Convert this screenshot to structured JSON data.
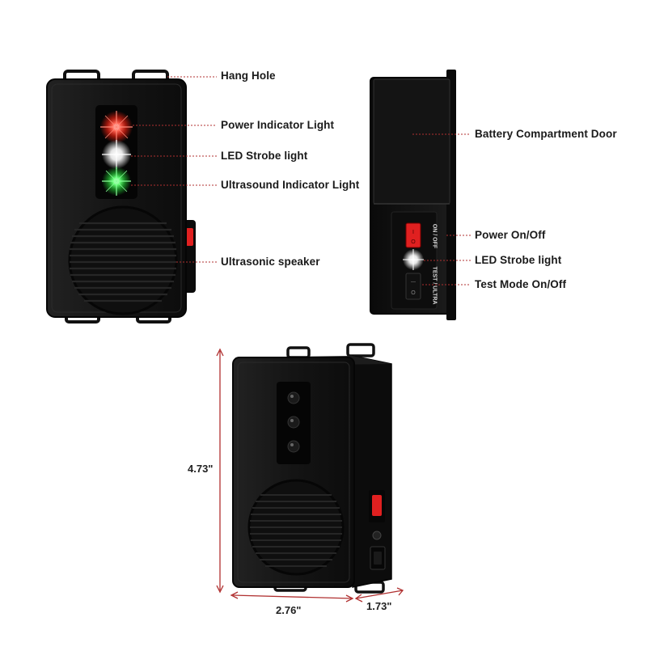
{
  "callouts": {
    "hang_hole": "Hang Hole",
    "power_indicator": "Power Indicator Light",
    "led_strobe_front": "LED Strobe light",
    "ultrasound_indicator": "Ultrasound Indicator Light",
    "ultrasonic_speaker": "Ultrasonic speaker",
    "battery_door": "Battery Compartment Door",
    "power_switch": "Power On/Off",
    "led_strobe_side": "LED Strobe light",
    "test_mode": "Test Mode On/Off"
  },
  "switch_labels": {
    "on_off": "ON / OFF",
    "test_ultra": "TEST / ULTRA"
  },
  "dimensions": {
    "height": "4.73\"",
    "width": "2.76\"",
    "depth": "1.73\""
  },
  "colors": {
    "device_body": "#151515",
    "callout_line": "#b03030",
    "power_led": "#ff3322",
    "strobe_led": "#ffffff",
    "ultrasound_led": "#33dd44",
    "switch_red": "#e02020"
  }
}
